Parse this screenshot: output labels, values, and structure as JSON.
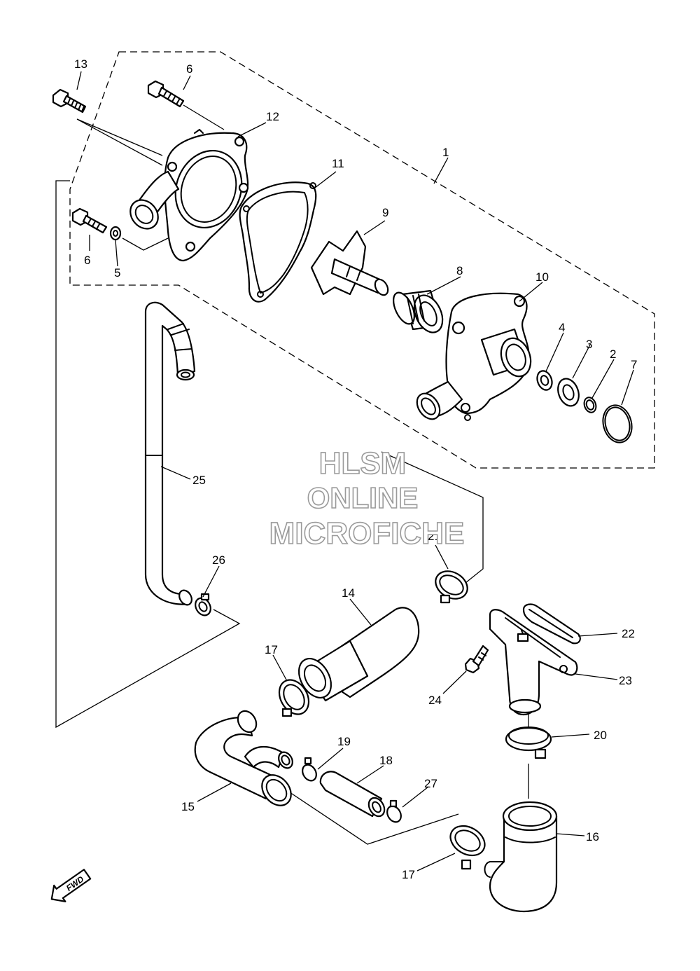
{
  "watermark": {
    "line1": "HLSM",
    "line2": "ONLINE",
    "line3": "MICROFICHE"
  },
  "fwd_label": "FWD",
  "callouts": {
    "c1": "1",
    "c2": "2",
    "c3": "3",
    "c4": "4",
    "c5": "5",
    "c6a": "6",
    "c6b": "6",
    "c7": "7",
    "c8": "8",
    "c9": "9",
    "c10": "10",
    "c11": "11",
    "c12": "12",
    "c13": "13",
    "c14": "14",
    "c15": "15",
    "c16": "16",
    "c17a": "17",
    "c17b": "17",
    "c18": "18",
    "c19": "19",
    "c20": "20",
    "c21": "21",
    "c22": "22",
    "c23": "23",
    "c24": "24",
    "c25": "25",
    "c26": "26",
    "c27": "27"
  }
}
